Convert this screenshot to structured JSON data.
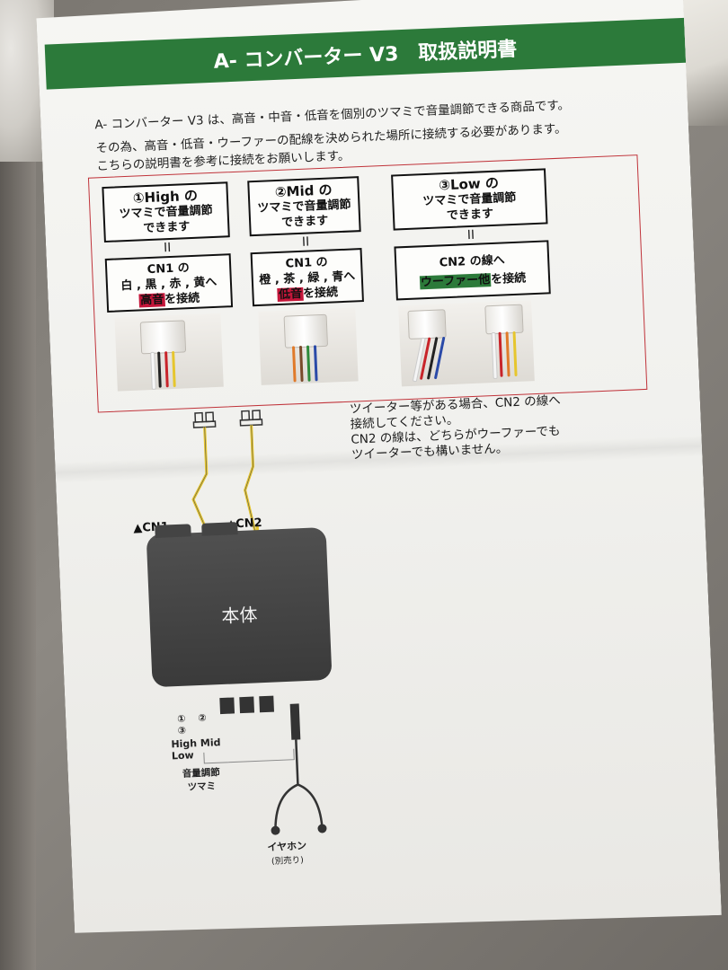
{
  "title": "A- コンバーター V3　取扱説明書",
  "intro": {
    "line1": "A- コンバーター V3 は、高音・中音・低音を個別のツマミで音量調節できる商品です。",
    "line2": "その為、高音・低音・ウーファーの配線を決められた場所に接続する必要があります。",
    "line3": "こちらの説明書を参考に接続をお願いします。"
  },
  "columns": [
    {
      "knob_title": "①High の",
      "knob_text1": "ツマミで音量調節",
      "knob_text2": "できます",
      "eq": "II",
      "cn_title": "CN1 の",
      "cn_colors": "白 , 黒 , 赤 , 黄へ",
      "cn_highlight": "高音",
      "cn_suffix": "を接続"
    },
    {
      "knob_title": "②Mid の",
      "knob_text1": "ツマミで音量調節",
      "knob_text2": "できます",
      "eq": "II",
      "cn_title": "CN1 の",
      "cn_colors": "橙 , 茶 , 緑 , 青へ",
      "cn_highlight": "低音",
      "cn_suffix": "を接続"
    },
    {
      "knob_title": "③Low の",
      "knob_text1": "ツマミで音量調節",
      "knob_text2": "できます",
      "eq": "II",
      "cn_title": "CN2 の線へ",
      "cn_highlight": "ウーファー他",
      "cn_suffix": "を接続"
    }
  ],
  "note": {
    "line1": "ツイーター等がある場合、CN2 の線へ",
    "line2": "接続してください。",
    "line3": "CN2 の線は、どちらがウーファーでも",
    "line4": "ツイーターでも構いません。"
  },
  "diagram": {
    "cn1_label": "▲CN1",
    "cn2_label": "▲CN2",
    "unit_label": "本体",
    "knob_numbers": "① ② ③",
    "knob_names": "High Mid Low",
    "knob_caption1": "音量調節",
    "knob_caption2": "ツマミ",
    "earphone_label": "イヤホン",
    "earphone_note": "(別売り)"
  },
  "colors": {
    "title_green": "#2c7a3a",
    "frame_red": "#c0333a",
    "highlight_red": "#c4163a",
    "unit_gray": "#444444",
    "cable_yellow": "#e6c62e"
  }
}
